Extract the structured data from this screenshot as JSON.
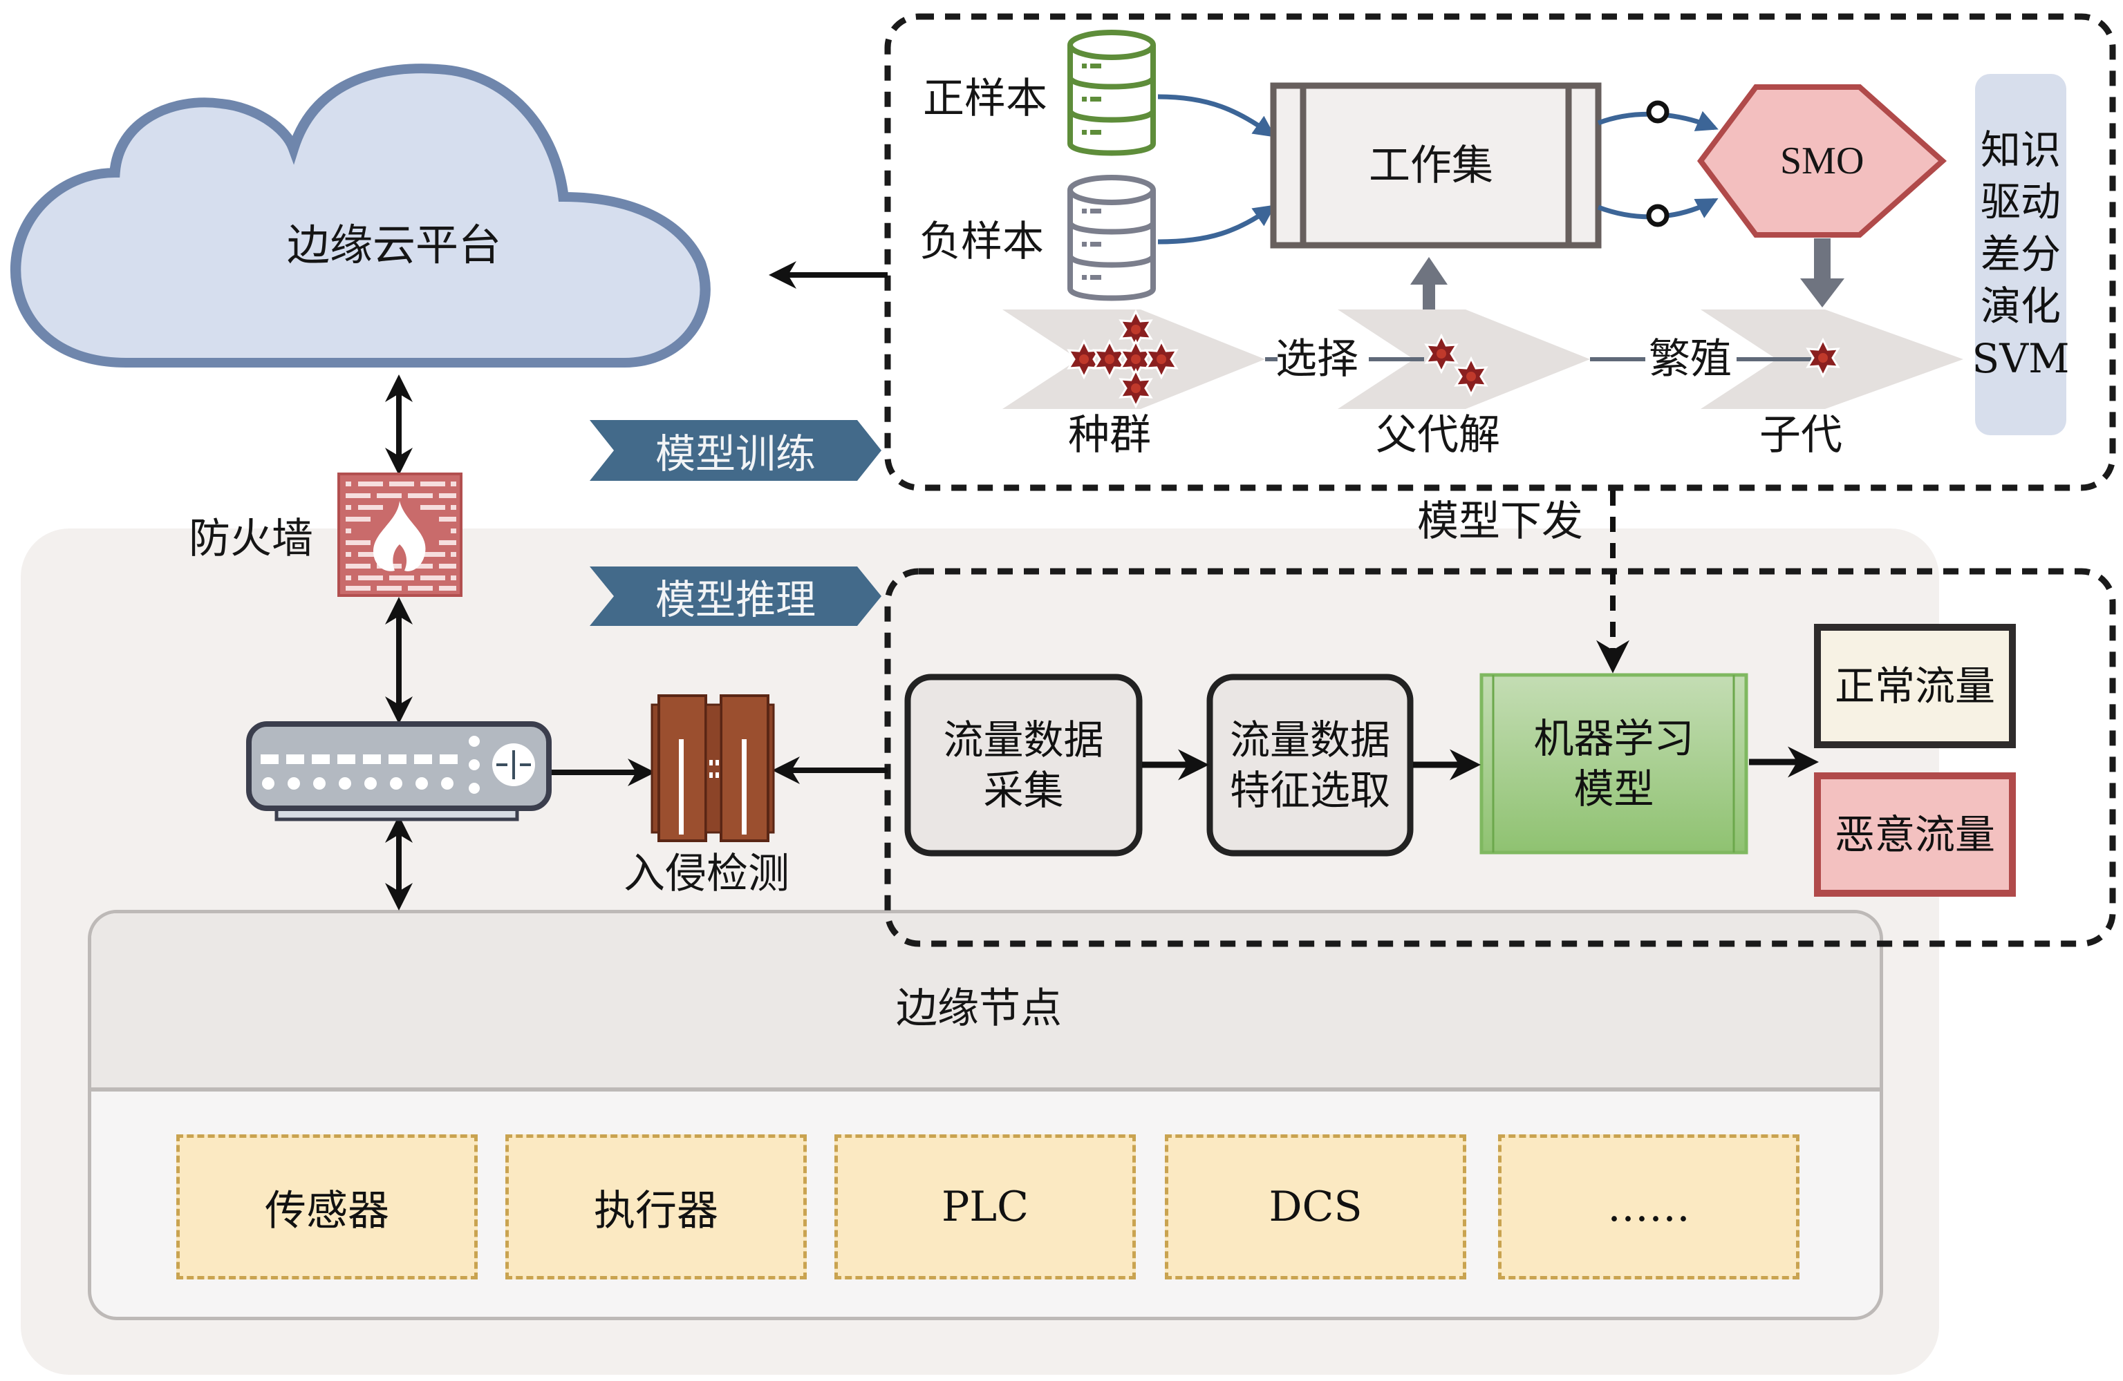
{
  "cloud": {
    "label": "边缘云平台"
  },
  "security": {
    "firewall_label": "防火墙",
    "ids_label": "入侵检测"
  },
  "tags": {
    "training": "模型训练",
    "inference": "模型推理"
  },
  "training": {
    "positive_samples": "正样本",
    "negative_samples": "负样本",
    "working_set": "工作集",
    "solver": "SMO",
    "side_label_lines": [
      "知识",
      "驱动",
      "差分",
      "演化",
      "SVM"
    ],
    "population": "种群",
    "select": "选择",
    "parents": "父代解",
    "reproduce": "繁殖",
    "offspring": "子代"
  },
  "deploy_label": "模型下发",
  "inference": {
    "collect_lines": [
      "流量数据",
      "采集"
    ],
    "feature_lines": [
      "流量数据",
      "特征选取"
    ],
    "model_lines": [
      "机器学习",
      "模型"
    ],
    "normal": "正常流量",
    "malicious": "恶意流量"
  },
  "edge_node": {
    "title": "边缘节点",
    "devices": [
      "传感器",
      "执行器",
      "PLC",
      "DCS",
      "……"
    ]
  },
  "colors": {
    "cloud_fill": "#d6deee",
    "cloud_stroke": "#6f86ac",
    "tag_fill": "#436a8a",
    "flow_arrow": "#3c6597",
    "smo_fill": "#f3bfbf",
    "smo_stroke": "#b04a4a",
    "model_fill": "#9fcb85",
    "normal_fill": "#f7f2e4",
    "malicious_fill": "#f3c1c0",
    "device_fill": "#fbe9c2",
    "star": "#8a1f1f"
  }
}
